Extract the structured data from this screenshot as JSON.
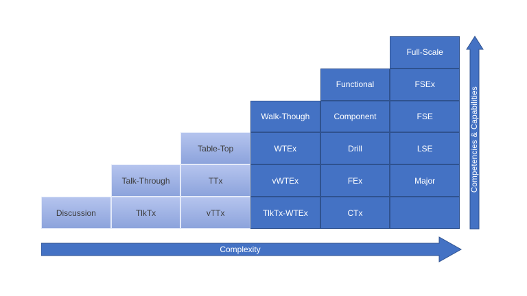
{
  "page": {
    "background": "#ffffff"
  },
  "colors": {
    "accent_blue": "#4472C4",
    "dark_cell_border": "#2F528F",
    "light_cell_top": "#B5C4EE",
    "light_cell_bottom": "#8CA3DC",
    "light_cell_border": "#E4EAF9",
    "light_cell_text": "#3D3D3D",
    "dark_cell_text": "#FFFFFF"
  },
  "matrix": {
    "columns": 6,
    "rows": 6,
    "cells": [
      {
        "label": "Full-Scale",
        "col": 6,
        "row": 1,
        "variant": "dark"
      },
      {
        "label": "Functional",
        "col": 5,
        "row": 2,
        "variant": "dark"
      },
      {
        "label": "FSEx",
        "col": 6,
        "row": 2,
        "variant": "dark"
      },
      {
        "label": "Walk-Though",
        "col": 4,
        "row": 3,
        "variant": "dark"
      },
      {
        "label": "Component",
        "col": 5,
        "row": 3,
        "variant": "dark"
      },
      {
        "label": "FSE",
        "col": 6,
        "row": 3,
        "variant": "dark"
      },
      {
        "label": "Table-Top",
        "col": 3,
        "row": 4,
        "variant": "light"
      },
      {
        "label": "WTEx",
        "col": 4,
        "row": 4,
        "variant": "dark"
      },
      {
        "label": "Drill",
        "col": 5,
        "row": 4,
        "variant": "dark"
      },
      {
        "label": "LSE",
        "col": 6,
        "row": 4,
        "variant": "dark"
      },
      {
        "label": "Talk-Through",
        "col": 2,
        "row": 5,
        "variant": "light"
      },
      {
        "label": "TTx",
        "col": 3,
        "row": 5,
        "variant": "light"
      },
      {
        "label": "vWTEx",
        "col": 4,
        "row": 5,
        "variant": "dark"
      },
      {
        "label": "FEx",
        "col": 5,
        "row": 5,
        "variant": "dark"
      },
      {
        "label": "Major",
        "col": 6,
        "row": 5,
        "variant": "dark"
      },
      {
        "label": "Discussion",
        "col": 1,
        "row": 6,
        "variant": "light"
      },
      {
        "label": "TlkTx",
        "col": 2,
        "row": 6,
        "variant": "light"
      },
      {
        "label": "vTTx",
        "col": 3,
        "row": 6,
        "variant": "light"
      },
      {
        "label": "TlkTx-WTEx",
        "col": 4,
        "row": 6,
        "variant": "dark"
      },
      {
        "label": "CTx",
        "col": 5,
        "row": 6,
        "variant": "dark"
      },
      {
        "label": "",
        "col": 6,
        "row": 6,
        "variant": "dark"
      }
    ]
  },
  "axes": {
    "x_label": "Complexity",
    "y_label": "Competencies & Capabilities"
  }
}
